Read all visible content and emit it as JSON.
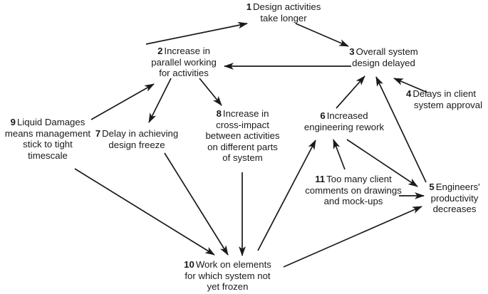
{
  "diagram": {
    "title": "Causal loop diagram of design delay feedback",
    "type": "node-arrow-causal-diagram",
    "background_color": "#ffffff",
    "text_color": "#1a1a1a",
    "arrow_color": "#1a1a1a",
    "nodes": [
      {
        "id": "1",
        "number": "1",
        "lines": [
          "Design activities",
          "take longer"
        ],
        "first_line_text": "Design activities"
      },
      {
        "id": "2",
        "number": "2",
        "lines": [
          "Increase in",
          "parallel working",
          "for activities"
        ],
        "first_line_text": "Increase in"
      },
      {
        "id": "3",
        "number": "3",
        "lines": [
          "Overall system",
          "design delayed"
        ],
        "first_line_text": "Overall system"
      },
      {
        "id": "4",
        "number": "4",
        "lines": [
          "Delays in client",
          "system approval"
        ],
        "first_line_text": "Delays in client"
      },
      {
        "id": "5",
        "number": "5",
        "lines": [
          "Engineers'",
          "productivity",
          "decreases"
        ],
        "first_line_text": "Engineers'"
      },
      {
        "id": "6",
        "number": "6",
        "lines": [
          "Increased",
          "engineering rework"
        ],
        "first_line_text": "Increased"
      },
      {
        "id": "7",
        "number": "7",
        "lines": [
          "Delay in achieving",
          "design freeze"
        ],
        "first_line_text": "Delay in achieving"
      },
      {
        "id": "8",
        "number": "8",
        "lines": [
          "Increase in",
          "cross-impact",
          "between activities",
          "on different parts",
          "of system"
        ],
        "first_line_text": "Increase in"
      },
      {
        "id": "9",
        "number": "9",
        "lines": [
          "Liquid Damages",
          "means management",
          "stick to tight",
          "timescale"
        ],
        "first_line_text": "Liquid Damages"
      },
      {
        "id": "10",
        "number": "10",
        "lines": [
          "Work on elements",
          "for which system not",
          "yet frozen"
        ],
        "first_line_text": "Work on elements"
      },
      {
        "id": "11",
        "number": "11",
        "lines": [
          "Too many client",
          "comments on drawings",
          "and mock-ups"
        ],
        "first_line_text": "Too many client"
      }
    ],
    "edges": [
      {
        "from": "2",
        "to": "1",
        "label": ""
      },
      {
        "from": "1",
        "to": "3",
        "label": ""
      },
      {
        "from": "3",
        "to": "2",
        "label": ""
      },
      {
        "from": "2",
        "to": "7",
        "label": ""
      },
      {
        "from": "2",
        "to": "8",
        "label": ""
      },
      {
        "from": "9",
        "to": "2",
        "label": ""
      },
      {
        "from": "9",
        "to": "10",
        "label": ""
      },
      {
        "from": "7",
        "to": "10",
        "label": ""
      },
      {
        "from": "8",
        "to": "10",
        "label": ""
      },
      {
        "from": "10",
        "to": "6",
        "label": ""
      },
      {
        "from": "10",
        "to": "5",
        "label": ""
      },
      {
        "from": "11",
        "to": "6",
        "label": ""
      },
      {
        "from": "11",
        "to": "5",
        "label": ""
      },
      {
        "from": "6",
        "to": "3",
        "label": ""
      },
      {
        "from": "6",
        "to": "5",
        "label": ""
      },
      {
        "from": "5",
        "to": "3",
        "label": ""
      },
      {
        "from": "4",
        "to": "3",
        "label": ""
      }
    ]
  }
}
